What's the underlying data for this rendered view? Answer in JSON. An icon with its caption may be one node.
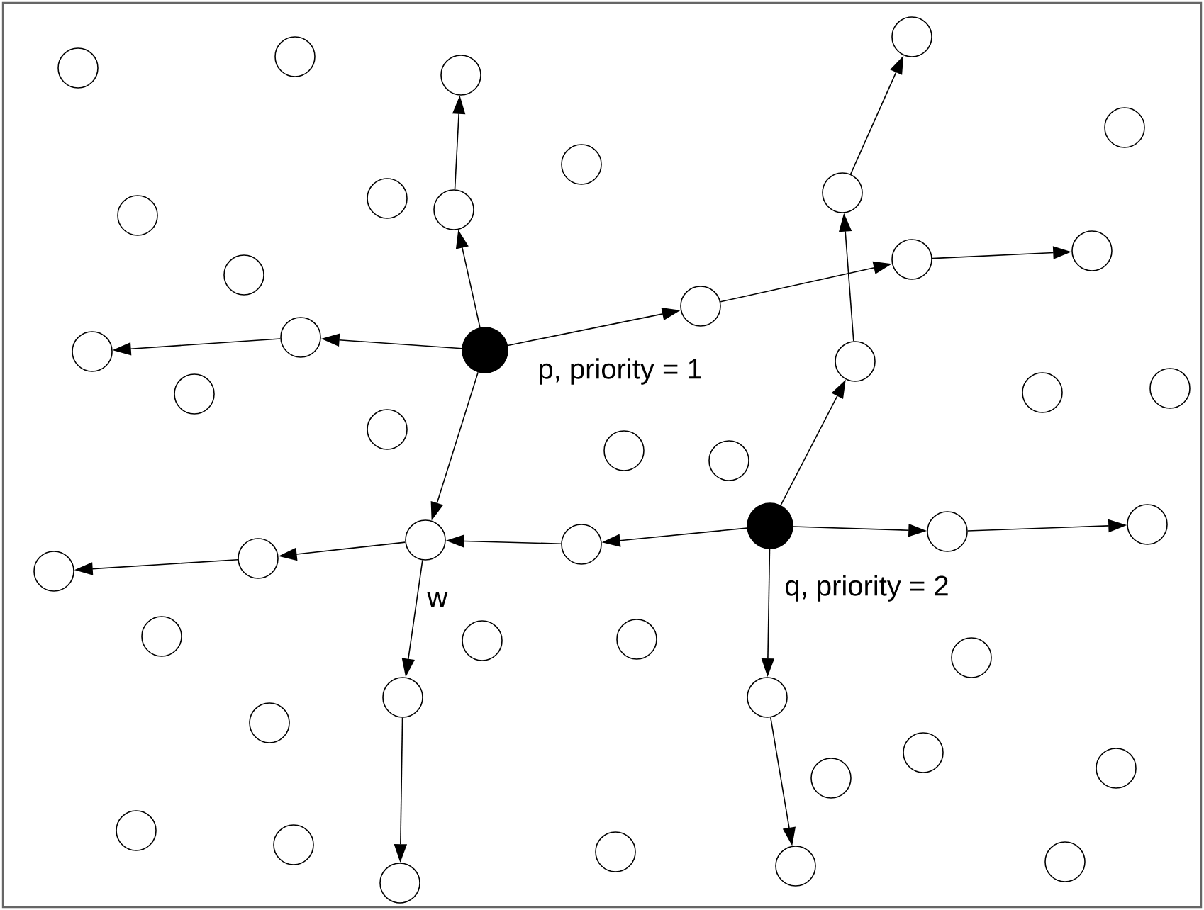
{
  "diagram": {
    "nodes": [
      {
        "text": [],
        "shape": "circle"
      },
      {
        "text": [],
        "shape": "circle"
      },
      {
        "text": [],
        "shape": "circle"
      },
      {
        "text": [],
        "shape": "circle"
      },
      {
        "text": [],
        "shape": "circle"
      },
      {
        "text": [],
        "shape": "circle"
      },
      {
        "text": [],
        "shape": "circle"
      },
      {
        "text": [],
        "shape": "circle"
      },
      {
        "text": [],
        "shape": "circle"
      },
      {
        "text": [],
        "shape": "circle"
      },
      {
        "text": [],
        "shape": "circle"
      },
      {
        "text": [],
        "shape": "circle"
      },
      {
        "text": [],
        "shape": "circle"
      },
      {
        "text": [],
        "shape": "circle"
      },
      {
        "text": [],
        "shape": "circle"
      },
      {
        "text": [],
        "shape": "dot",
        "beside": [
          "p, priority = 1"
        ]
      },
      {
        "text": [],
        "shape": "circle"
      },
      {
        "text": [],
        "shape": "circle"
      },
      {
        "text": [],
        "shape": "circle"
      },
      {
        "text": [],
        "shape": "circle"
      },
      {
        "text": [],
        "shape": "circle"
      },
      {
        "text": [],
        "shape": "circle"
      },
      {
        "text": [],
        "shape": "circle"
      },
      {
        "text": [],
        "shape": "circle"
      },
      {
        "text": [],
        "shape": "dot",
        "beside": [
          "q, priority = 2"
        ]
      },
      {
        "text": [],
        "shape": "circle"
      },
      {
        "text": [],
        "shape": "circle"
      },
      {
        "text": [],
        "shape": "circle",
        "beside": [
          "w"
        ]
      },
      {
        "text": [],
        "shape": "circle"
      },
      {
        "text": [],
        "shape": "circle"
      },
      {
        "text": [],
        "shape": "circle"
      },
      {
        "text": [],
        "shape": "circle"
      },
      {
        "text": [],
        "shape": "circle"
      },
      {
        "text": [],
        "shape": "circle"
      },
      {
        "text": [],
        "shape": "circle"
      },
      {
        "text": [],
        "shape": "circle"
      },
      {
        "text": [],
        "shape": "circle"
      },
      {
        "text": [],
        "shape": "circle"
      },
      {
        "text": [],
        "shape": "circle"
      },
      {
        "text": [],
        "shape": "circle"
      },
      {
        "text": [],
        "shape": "circle"
      },
      {
        "text": [],
        "shape": "circle"
      },
      {
        "text": [],
        "shape": "circle"
      },
      {
        "text": [],
        "shape": "circle"
      },
      {
        "text": [],
        "shape": "circle"
      },
      {
        "text": [],
        "shape": "circle"
      },
      {
        "text": [],
        "shape": "circle"
      }
    ],
    "edges": [
      {
        "from": 15,
        "to": 8,
        "arrow": "to"
      },
      {
        "from": 8,
        "to": 3,
        "arrow": "to"
      },
      {
        "from": 15,
        "to": 14,
        "arrow": "to"
      },
      {
        "from": 14,
        "to": 16,
        "arrow": "to"
      },
      {
        "from": 15,
        "to": 13,
        "arrow": "to"
      },
      {
        "from": 13,
        "to": 11,
        "arrow": "to"
      },
      {
        "from": 11,
        "to": 10,
        "arrow": "to"
      },
      {
        "from": 15,
        "to": 27,
        "arrow": "to"
      },
      {
        "from": 27,
        "to": 29,
        "arrow": "to"
      },
      {
        "from": 29,
        "to": 30,
        "arrow": "to"
      },
      {
        "from": 27,
        "to": 35,
        "arrow": "to"
      },
      {
        "from": 35,
        "to": 46,
        "arrow": "to"
      },
      {
        "from": 24,
        "to": 17,
        "arrow": "to"
      },
      {
        "from": 17,
        "to": 6,
        "arrow": "to"
      },
      {
        "from": 6,
        "to": 1,
        "arrow": "to"
      },
      {
        "from": 24,
        "to": 28,
        "arrow": "to"
      },
      {
        "from": 28,
        "to": 27,
        "arrow": "to"
      },
      {
        "from": 24,
        "to": 26,
        "arrow": "to"
      },
      {
        "from": 26,
        "to": 25,
        "arrow": "to"
      },
      {
        "from": 24,
        "to": 36,
        "arrow": "to"
      },
      {
        "from": 36,
        "to": 45,
        "arrow": "to"
      }
    ]
  }
}
